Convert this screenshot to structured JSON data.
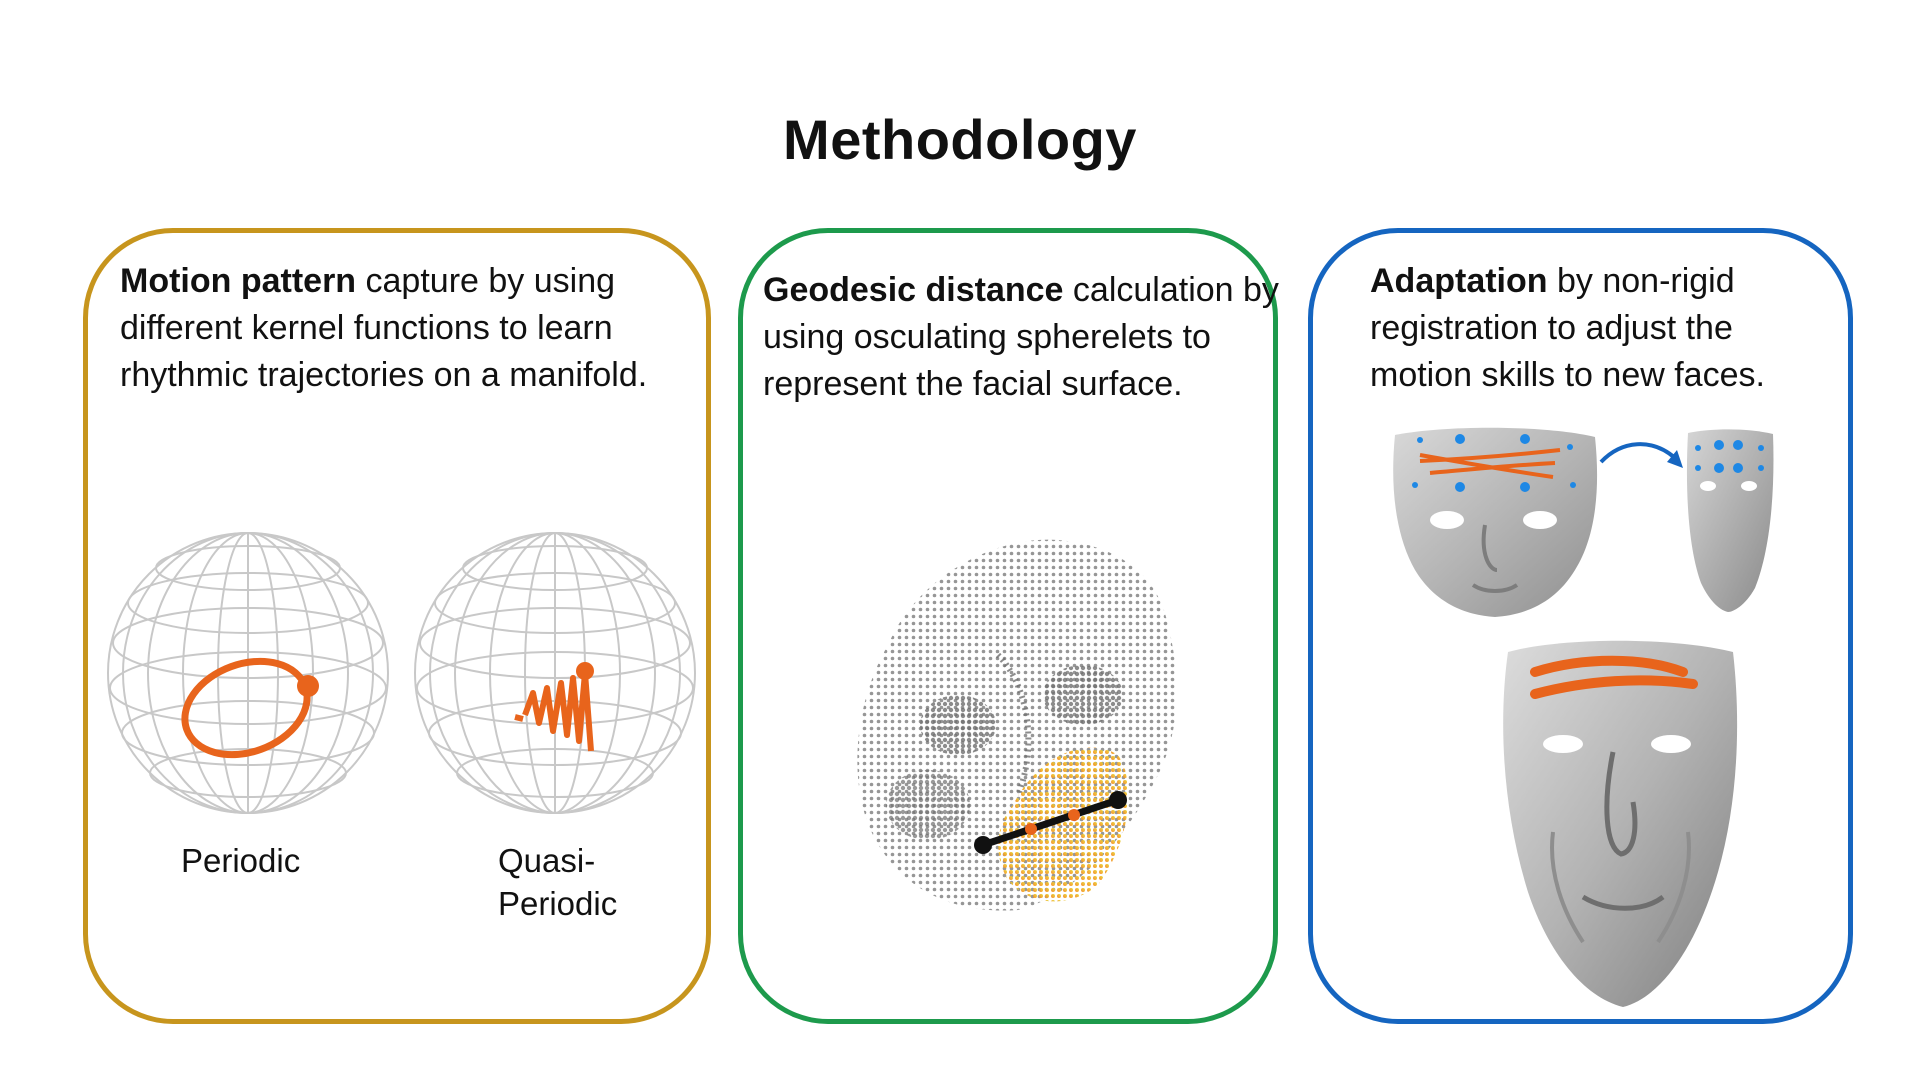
{
  "title": "Methodology",
  "panels": [
    {
      "heading_bold": "Motion pattern",
      "heading_rest": " capture by using different kernel functions to learn rhythmic trajectories on a manifold.",
      "labels": {
        "periodic": "Periodic",
        "quasi_periodic": "Quasi-Periodic"
      }
    },
    {
      "heading_bold": "Geodesic distance",
      "heading_rest": " calculation by using osculating spherelets to represent the facial surface."
    },
    {
      "heading_bold": "Adaptation",
      "heading_rest": " by non-rigid registration to adjust the motion skills to new faces."
    }
  ],
  "colors": {
    "panel1_border": "#c7951d",
    "panel2_border": "#1d9a4c",
    "panel3_border": "#1565c0",
    "trajectory": "#e8641c",
    "keypoint": "#1e88e5"
  }
}
